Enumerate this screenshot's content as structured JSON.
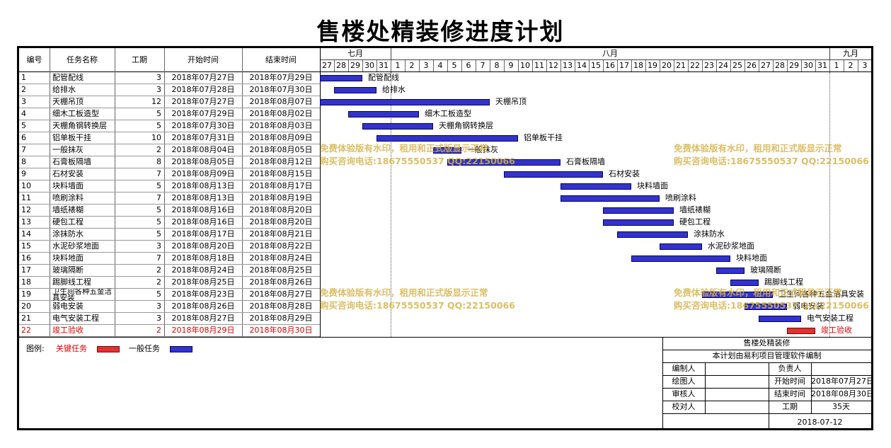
{
  "title": "售楼处精装修进度计划",
  "headers": {
    "id": "编号",
    "name": "任务名称",
    "duration": "工期",
    "start": "开始时间",
    "end": "结束时间"
  },
  "months": [
    {
      "label": "七月",
      "days": [
        "27",
        "28",
        "29",
        "30",
        "31"
      ]
    },
    {
      "label": "八月",
      "days": [
        "1",
        "2",
        "3",
        "4",
        "5",
        "6",
        "7",
        "8",
        "9",
        "10",
        "11",
        "12",
        "13",
        "14",
        "15",
        "16",
        "17",
        "18",
        "19",
        "20",
        "21",
        "22",
        "23",
        "24",
        "25",
        "26",
        "27",
        "28",
        "29",
        "30",
        "31"
      ]
    },
    {
      "label": "九月",
      "days": [
        "1",
        "2",
        "3"
      ]
    }
  ],
  "tasks": [
    {
      "id": "1",
      "name": "配管配线",
      "duration": "3",
      "start": "2018年07月27日",
      "end": "2018年07月29日",
      "s": 0,
      "len": 3,
      "crit": false
    },
    {
      "id": "2",
      "name": "给排水",
      "duration": "3",
      "start": "2018年07月28日",
      "end": "2018年07月30日",
      "s": 1,
      "len": 3,
      "crit": false
    },
    {
      "id": "3",
      "name": "天棚吊顶",
      "duration": "12",
      "start": "2018年07月27日",
      "end": "2018年08月07日",
      "s": 0,
      "len": 12,
      "crit": false
    },
    {
      "id": "4",
      "name": "细木工板造型",
      "duration": "5",
      "start": "2018年07月29日",
      "end": "2018年08月02日",
      "s": 2,
      "len": 5,
      "crit": false
    },
    {
      "id": "5",
      "name": "天棚角钢转换层",
      "duration": "5",
      "start": "2018年07月30日",
      "end": "2018年08月03日",
      "s": 3,
      "len": 5,
      "crit": false
    },
    {
      "id": "6",
      "name": "铝单板干挂",
      "duration": "10",
      "start": "2018年07月31日",
      "end": "2018年08月09日",
      "s": 4,
      "len": 10,
      "crit": false
    },
    {
      "id": "7",
      "name": "一般抹灰",
      "duration": "2",
      "start": "2018年08月04日",
      "end": "2018年08月05日",
      "s": 8,
      "len": 2,
      "crit": false
    },
    {
      "id": "8",
      "name": "石膏板隔墙",
      "duration": "8",
      "start": "2018年08月05日",
      "end": "2018年08月12日",
      "s": 9,
      "len": 8,
      "crit": false
    },
    {
      "id": "9",
      "name": "石材安装",
      "duration": "7",
      "start": "2018年08月09日",
      "end": "2018年08月15日",
      "s": 13,
      "len": 7,
      "crit": false
    },
    {
      "id": "10",
      "name": "块料墙面",
      "duration": "5",
      "start": "2018年08月13日",
      "end": "2018年08月17日",
      "s": 17,
      "len": 5,
      "crit": false
    },
    {
      "id": "11",
      "name": "喷刷涂料",
      "duration": "7",
      "start": "2018年08月13日",
      "end": "2018年08月19日",
      "s": 17,
      "len": 7,
      "crit": false
    },
    {
      "id": "12",
      "name": "墙纸裱糊",
      "duration": "5",
      "start": "2018年08月16日",
      "end": "2018年08月20日",
      "s": 20,
      "len": 5,
      "crit": false
    },
    {
      "id": "13",
      "name": "硬包工程",
      "duration": "5",
      "start": "2018年08月16日",
      "end": "2018年08月20日",
      "s": 20,
      "len": 5,
      "crit": false
    },
    {
      "id": "14",
      "name": "涂抹防水",
      "duration": "5",
      "start": "2018年08月17日",
      "end": "2018年08月21日",
      "s": 21,
      "len": 5,
      "crit": false
    },
    {
      "id": "15",
      "name": "水泥砂浆地面",
      "duration": "3",
      "start": "2018年08月20日",
      "end": "2018年08月22日",
      "s": 24,
      "len": 3,
      "crit": false
    },
    {
      "id": "16",
      "name": "块料地面",
      "duration": "7",
      "start": "2018年08月18日",
      "end": "2018年08月24日",
      "s": 22,
      "len": 7,
      "crit": false
    },
    {
      "id": "17",
      "name": "玻璃隔断",
      "duration": "2",
      "start": "2018年08月24日",
      "end": "2018年08月25日",
      "s": 28,
      "len": 2,
      "crit": false
    },
    {
      "id": "18",
      "name": "踢脚线工程",
      "duration": "2",
      "start": "2018年08月25日",
      "end": "2018年08月26日",
      "s": 29,
      "len": 2,
      "crit": false
    },
    {
      "id": "19",
      "name": "卫生间各种五金洁具安装",
      "duration": "5",
      "start": "2018年08月23日",
      "end": "2018年08月27日",
      "s": 27,
      "len": 5,
      "crit": false
    },
    {
      "id": "20",
      "name": "弱电安装",
      "duration": "3",
      "start": "2018年08月26日",
      "end": "2018年08月28日",
      "s": 30,
      "len": 3,
      "crit": false
    },
    {
      "id": "21",
      "name": "电气安装工程",
      "duration": "3",
      "start": "2018年08月27日",
      "end": "2018年08月29日",
      "s": 31,
      "len": 3,
      "crit": false
    },
    {
      "id": "22",
      "name": "竣工验收",
      "duration": "2",
      "start": "2018年08月29日",
      "end": "2018年08月30日",
      "s": 33,
      "len": 2,
      "crit": true
    }
  ],
  "legend": {
    "label": "图例:",
    "critical": "关键任务",
    "normal": "一般任务"
  },
  "info_box": {
    "project": "售楼处精装修",
    "note": "本计划由易利项目管理软件编制",
    "editor_label": "编制人",
    "owner_label": "负责人",
    "drawer_label": "绘图人",
    "start_label": "开始时间",
    "start_value": "2018年07月27日",
    "reviewer_label": "审核人",
    "end_label": "结束时间",
    "end_value": "2018年08月30日",
    "checker_label": "校对人",
    "duration_label": "工期",
    "duration_value": "35天",
    "date": "2018-07-12"
  },
  "watermark": {
    "line1": "免费体验版有水印，租用和正式版显示正常",
    "line2": "购买咨询电话:18675550537 QQ:22150066"
  },
  "colors": {
    "normal_bar": "#3333cc",
    "critical_bar": "#dd3333",
    "critical_text": "#dd0000",
    "watermark": "#d6b34a"
  }
}
